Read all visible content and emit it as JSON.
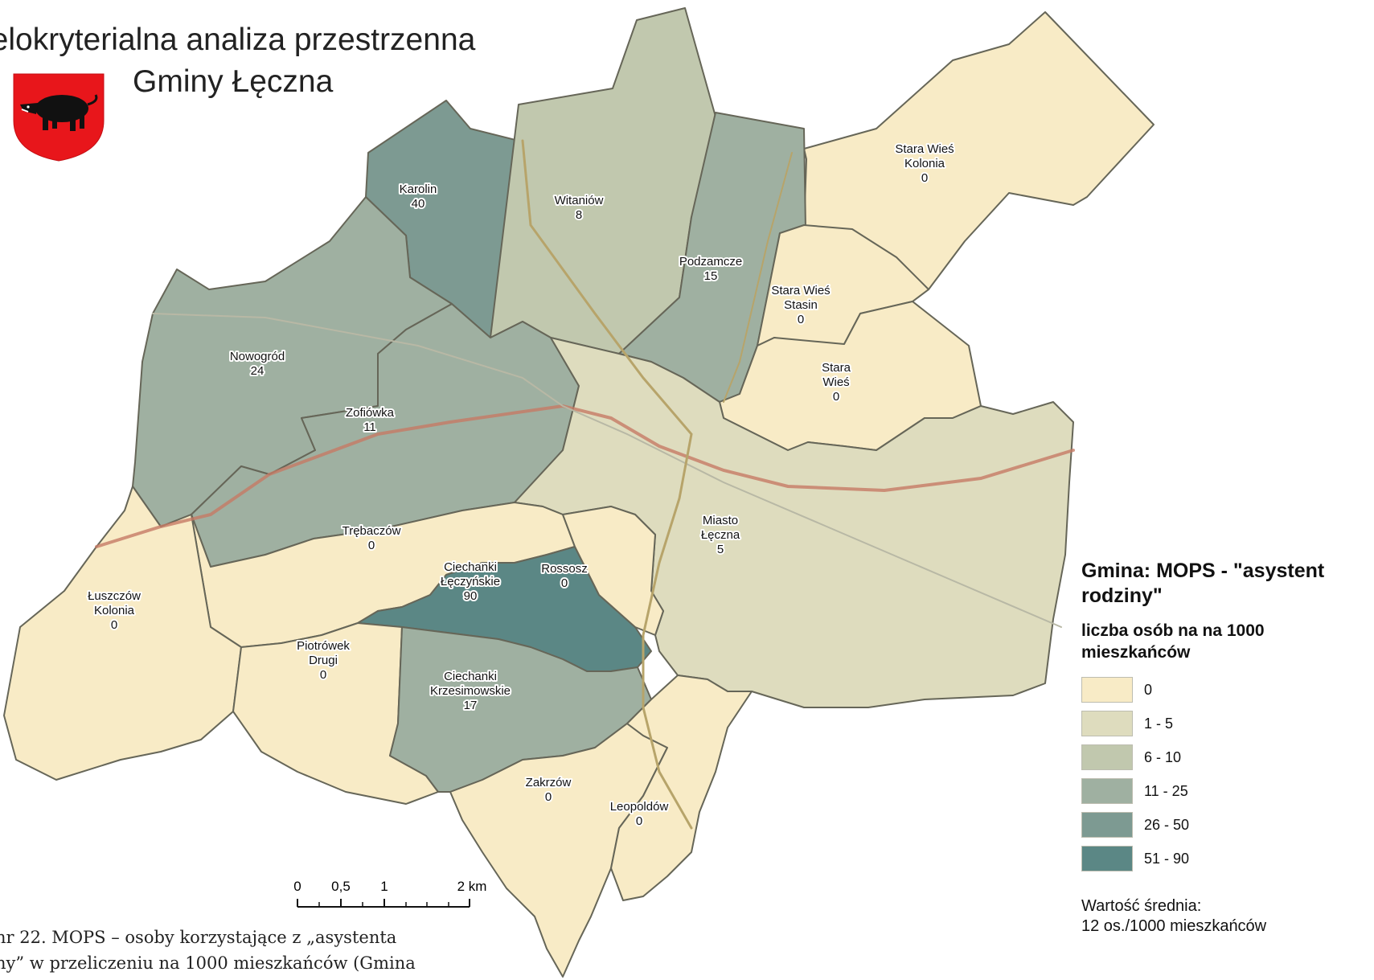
{
  "title_line1": "ielokryterialna analiza przestrzenna",
  "title_line2": "Gminy Łęczna",
  "coat_of_arms_icon": "boar-on-red-shield-icon",
  "legend": {
    "title": "Gmina: MOPS - \"asystent rodziny\"",
    "subtitle": "liczba osób na na 1000 mieszkańców",
    "items": [
      {
        "label": "0",
        "color": "#f8ebc6"
      },
      {
        "label": "1 - 5",
        "color": "#dedcbe"
      },
      {
        "label": "6 - 10",
        "color": "#c1c8ae"
      },
      {
        "label": "11 - 25",
        "color": "#9fb0a1"
      },
      {
        "label": "26 - 50",
        "color": "#7d9a92"
      },
      {
        "label": "51 - 90",
        "color": "#5b8785"
      }
    ],
    "avg_line1": "Wartość średnia:",
    "avg_line2": "12 os./1000 mieszkańców"
  },
  "regions": [
    {
      "id": "stara-wies-kolonia",
      "lines": [
        "Stara Wieś",
        "Kolonia",
        "0"
      ],
      "value": 0
    },
    {
      "id": "karolin",
      "lines": [
        "Karolin",
        "40"
      ],
      "value": 40
    },
    {
      "id": "witaniow",
      "lines": [
        "Witaniów",
        "8"
      ],
      "value": 8
    },
    {
      "id": "podzamcze",
      "lines": [
        "Podzamcze",
        "15"
      ],
      "value": 15
    },
    {
      "id": "stara-wies-stasin",
      "lines": [
        "Stara Wieś",
        "Stasin",
        "0"
      ],
      "value": 0
    },
    {
      "id": "stara-wies",
      "lines": [
        "Stara",
        "Wieś",
        "0"
      ],
      "value": 0
    },
    {
      "id": "nowogrod",
      "lines": [
        "Nowogród",
        "24"
      ],
      "value": 24
    },
    {
      "id": "zofiowka",
      "lines": [
        "Zofiówka",
        "11"
      ],
      "value": 11
    },
    {
      "id": "miasto-leczna",
      "lines": [
        "Miasto",
        "Łęczna",
        "5"
      ],
      "value": 5
    },
    {
      "id": "trebaczow",
      "lines": [
        "Trębaczów",
        "0"
      ],
      "value": 0
    },
    {
      "id": "ciechanki-leczynskie",
      "lines": [
        "Ciechanki",
        "Łęczyńskie",
        "90"
      ],
      "value": 90
    },
    {
      "id": "rossosz",
      "lines": [
        "Rossosz",
        "0"
      ],
      "value": 0
    },
    {
      "id": "luszczow-kolonia",
      "lines": [
        "Łuszczów",
        "Kolonia",
        "0"
      ],
      "value": 0
    },
    {
      "id": "piotrowek-drugi",
      "lines": [
        "Piotrówek",
        "Drugi",
        "0"
      ],
      "value": 0
    },
    {
      "id": "ciechanki-krzesimowskie",
      "lines": [
        "Ciechanki",
        "Krzesimowskie",
        "17"
      ],
      "value": 17
    },
    {
      "id": "zakrzow",
      "lines": [
        "Zakrzów",
        "0"
      ],
      "value": 0
    },
    {
      "id": "leopoldow",
      "lines": [
        "Leopoldów",
        "0"
      ],
      "value": 0
    }
  ],
  "scale": {
    "ticks": [
      "0",
      "0,5",
      "1",
      "2 km"
    ]
  },
  "caption_line1": "nr 22. MOPS – osoby korzystające z „asystenta",
  "caption_line2": "ny” w przeliczeniu na 1000 mieszkańców (Gmina"
}
